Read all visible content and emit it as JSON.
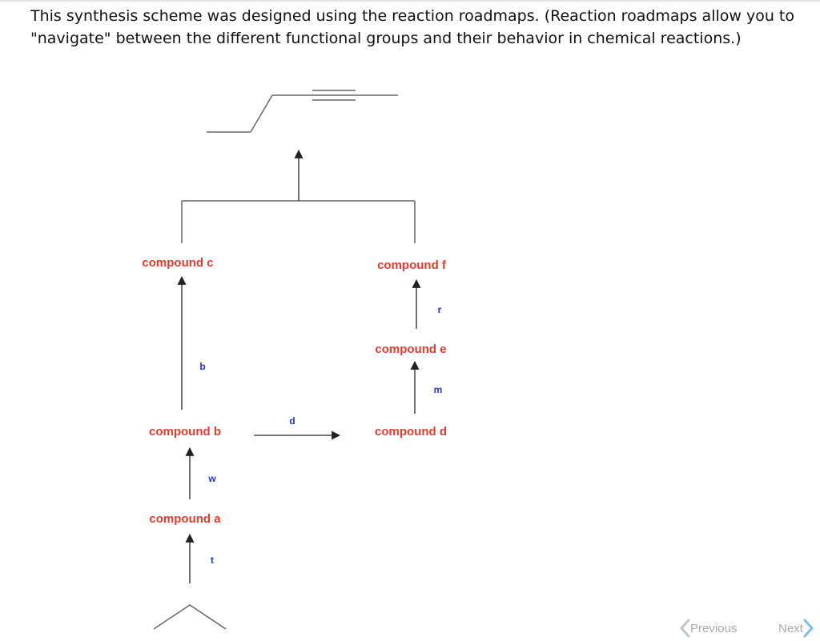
{
  "intro_text": "This synthesis scheme was designed using the reaction roadmaps. (Reaction roadmaps allow you to \"navigate\" between the different functional groups and their behavior in chemical reactions.)",
  "compounds": {
    "a": "compound a",
    "b": "compound b",
    "c": "compound c",
    "d": "compound d",
    "e": "compound e",
    "f": "compound f"
  },
  "reagents": {
    "t": "t",
    "w": "w",
    "b": "b",
    "d": "d",
    "m": "m",
    "r": "r"
  },
  "navigation": {
    "previous_label": "Previous",
    "next_label": "Next"
  },
  "colors": {
    "compound_label": "#e8392b",
    "reagent_label": "#2233cc",
    "bond_line": "#666666",
    "arrow": "#222222",
    "nav_text": "#a9a9a9"
  },
  "icons": {
    "previous": "chevron-left-icon",
    "next": "chevron-right-icon"
  }
}
